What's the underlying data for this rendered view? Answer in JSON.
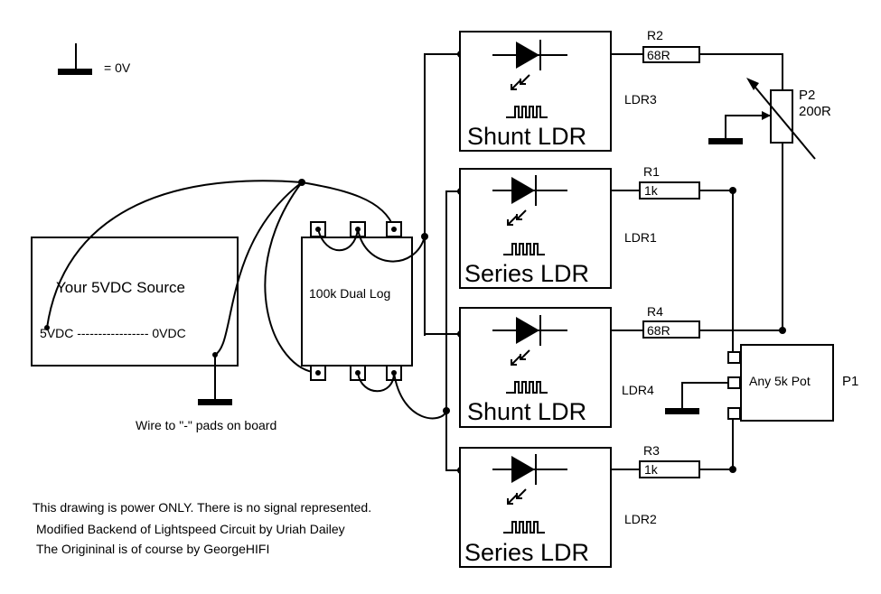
{
  "legend": {
    "ground_label": "= 0V"
  },
  "source": {
    "title": "Your 5VDC Source",
    "terminals": "5VDC ----------------- 0VDC",
    "ground_note": "Wire to \"-\" pads on board"
  },
  "dual_pot": {
    "label": "100k Dual Log"
  },
  "ldr_modules": [
    {
      "label": "Shunt LDR",
      "name": "LDR3"
    },
    {
      "label": "Series LDR",
      "name": "LDR1"
    },
    {
      "label": "Shunt LDR",
      "name": "LDR4"
    },
    {
      "label": "Series LDR",
      "name": "LDR2"
    }
  ],
  "resistors": [
    {
      "ref": "R2",
      "value": "68R"
    },
    {
      "ref": "R1",
      "value": "1k"
    },
    {
      "ref": "R4",
      "value": "68R"
    },
    {
      "ref": "R3",
      "value": "1k"
    }
  ],
  "trimmer": {
    "ref": "P2",
    "value": "200R"
  },
  "pot": {
    "label": "Any 5k Pot",
    "ref": "P1"
  },
  "notes": [
    "This drawing is power ONLY. There is no signal represented.",
    "Modified Backend of Lightspeed Circuit by Uriah Dailey",
    "The Origininal is of course by GeorgeHIFI"
  ]
}
